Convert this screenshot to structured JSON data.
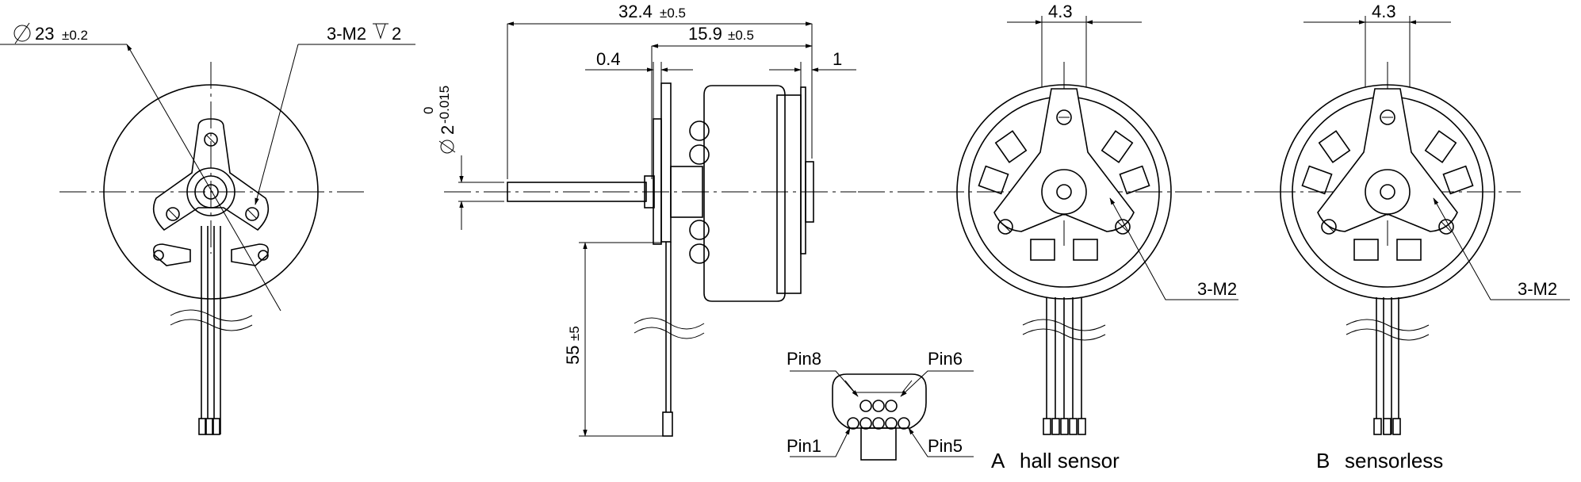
{
  "front_view": {
    "diameter_value": "23",
    "diameter_tol": "±0.2",
    "hole_callout": "3-M2",
    "hole_depth": "2"
  },
  "side_view": {
    "length_total": "32.4",
    "length_total_tol": "±0.5",
    "length_body": "15.9",
    "length_body_tol": "±0.5",
    "flange_thickness": "0.4",
    "rear_offset": "1",
    "shaft_upper": "0",
    "shaft_dia": "2",
    "shaft_lower": "-0.015",
    "lead_length": "55",
    "lead_length_tol": "±5"
  },
  "connector": {
    "pin_top_left": "Pin8",
    "pin_top_right": "Pin6",
    "pin_bottom_left": "Pin1",
    "pin_bottom_right": "Pin5"
  },
  "view_a": {
    "spacing": "4.3",
    "hole_callout": "3-M2",
    "letter": "A",
    "caption": "hall sensor"
  },
  "view_b": {
    "spacing": "4.3",
    "hole_callout": "3-M2",
    "letter": "B",
    "caption": "sensorless"
  }
}
